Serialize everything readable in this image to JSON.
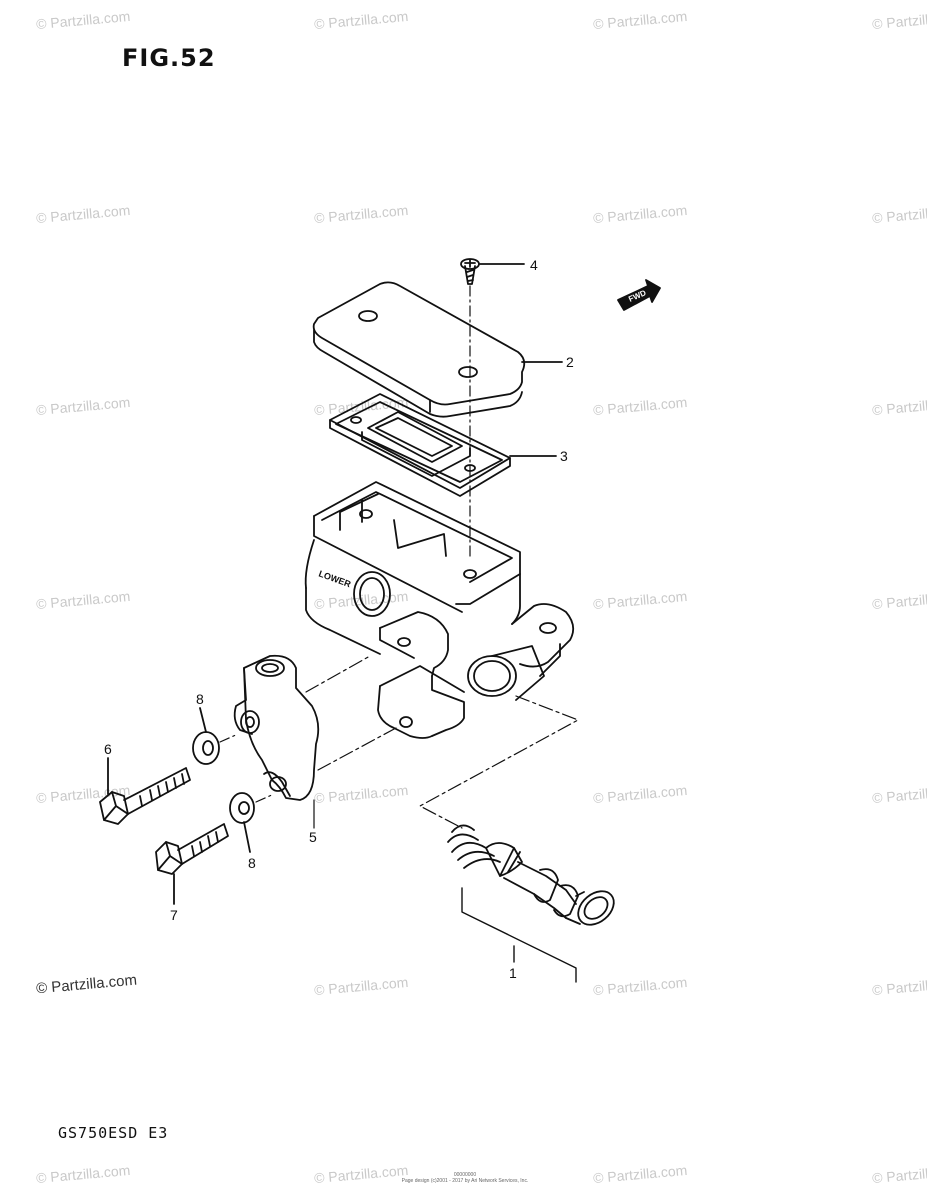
{
  "figure": {
    "title": "FIG.52",
    "model": "GS750ESD E3"
  },
  "watermark": {
    "text": "© Partzilla.com"
  },
  "fwd_label": "FWD",
  "callouts": [
    {
      "id": "1",
      "part": "piston-set"
    },
    {
      "id": "2",
      "part": "reservoir-cap"
    },
    {
      "id": "3",
      "part": "diaphragm"
    },
    {
      "id": "4",
      "part": "cap-screw"
    },
    {
      "id": "5",
      "part": "master-cylinder-holder"
    },
    {
      "id": "6",
      "part": "long-bolt"
    },
    {
      "id": "7",
      "part": "short-bolt"
    },
    {
      "id": "8",
      "part": "washer"
    }
  ],
  "footer": {
    "line1": "00000000",
    "line2": "Page design (c)2001 - 2017 by Ari Network Services, Inc."
  }
}
